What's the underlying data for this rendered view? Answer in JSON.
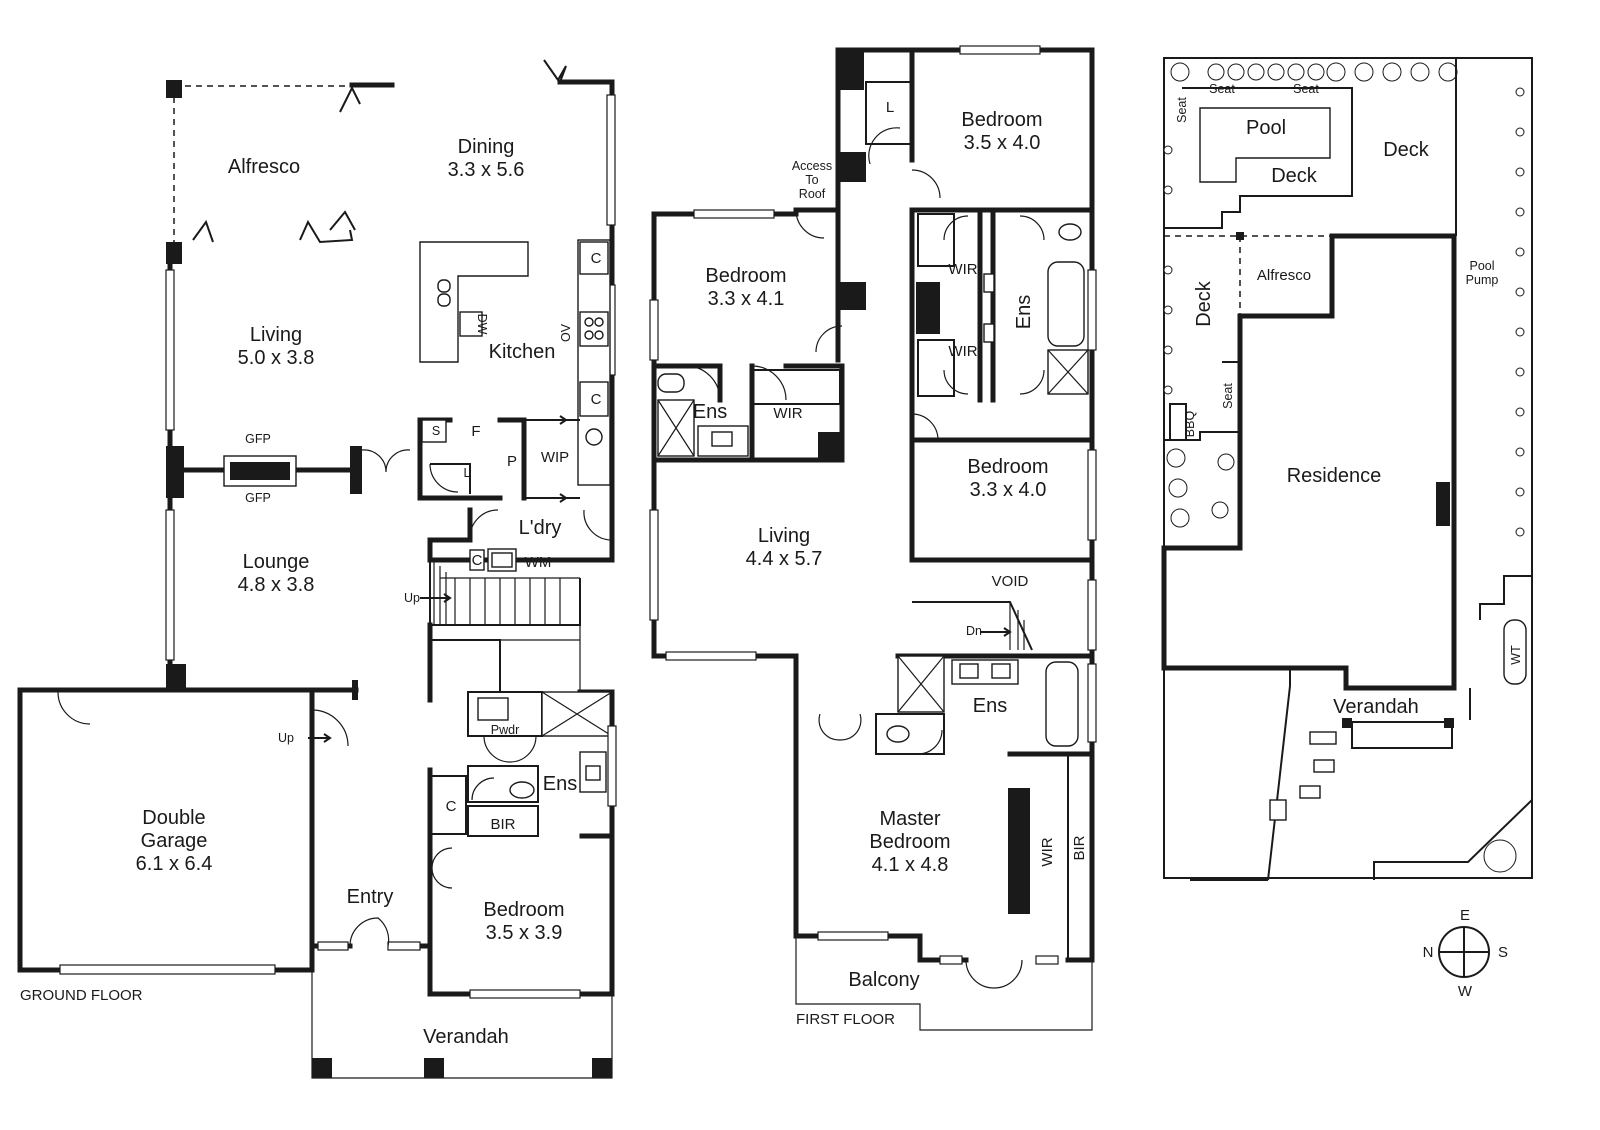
{
  "ground_floor": {
    "title": "GROUND FLOOR",
    "rooms": {
      "alfresco": "Alfresco",
      "dining_name": "Dining",
      "dining_size": "3.3 x 5.6",
      "living_name": "Living",
      "living_size": "5.0 x 3.8",
      "kitchen": "Kitchen",
      "lounge_name": "Lounge",
      "lounge_size": "4.8 x 3.8",
      "garage_name1": "Double",
      "garage_name2": "Garage",
      "garage_size": "6.1 x 6.4",
      "laundry": "L'dry",
      "wip": "WIP",
      "entry": "Entry",
      "bedroom_name": "Bedroom",
      "bedroom_size": "3.5 x 3.9",
      "ensuite": "Ens",
      "bir": "BIR",
      "powder": "Pwdr",
      "verandah": "Verandah"
    },
    "fixtures": {
      "gfp_top": "GFP",
      "gfp_bottom": "GFP",
      "c1": "C",
      "c2": "C",
      "c3": "C",
      "c4": "C",
      "ov": "OV",
      "dw": "DW",
      "s": "S",
      "f": "F",
      "p": "P",
      "l": "L",
      "wm": "WM",
      "up_stairs": "Up",
      "up_garage": "Up"
    }
  },
  "first_floor": {
    "title": "FIRST FLOOR",
    "rooms": {
      "bedroom1_name": "Bedroom",
      "bedroom1_size": "3.5 x 4.0",
      "bedroom2_name": "Bedroom",
      "bedroom2_size": "3.3 x 4.1",
      "bedroom3_name": "Bedroom",
      "bedroom3_size": "3.3 x 4.0",
      "living_name": "Living",
      "living_size": "4.4 x 5.7",
      "master_name1": "Master",
      "master_name2": "Bedroom",
      "master_size": "4.1 x 4.8",
      "ens1": "Ens",
      "ens2": "Ens",
      "ens3": "Ens",
      "wir1": "WIR",
      "wir2": "WIR",
      "wir3": "WIR",
      "wir4": "WIR",
      "bir": "BIR",
      "void": "VOID",
      "balcony": "Balcony"
    },
    "fixtures": {
      "l": "L",
      "access1": "Access",
      "access2": "To",
      "access3": "Roof",
      "dn": "Dn"
    }
  },
  "site_plan": {
    "labels": {
      "seat1": "Seat",
      "seat2": "Seat",
      "seat3": "Seat",
      "seat4": "Seat",
      "pool": "Pool",
      "deck_pool": "Deck",
      "deck_right": "Deck",
      "deck_left": "Deck",
      "alfresco": "Alfresco",
      "pool_pump1": "Pool",
      "pool_pump2": "Pump",
      "bbq": "BBQ",
      "residence": "Residence",
      "verandah": "Verandah",
      "wt": "WT"
    }
  },
  "compass": {
    "e": "E",
    "n": "N",
    "s": "S",
    "w": "W"
  }
}
